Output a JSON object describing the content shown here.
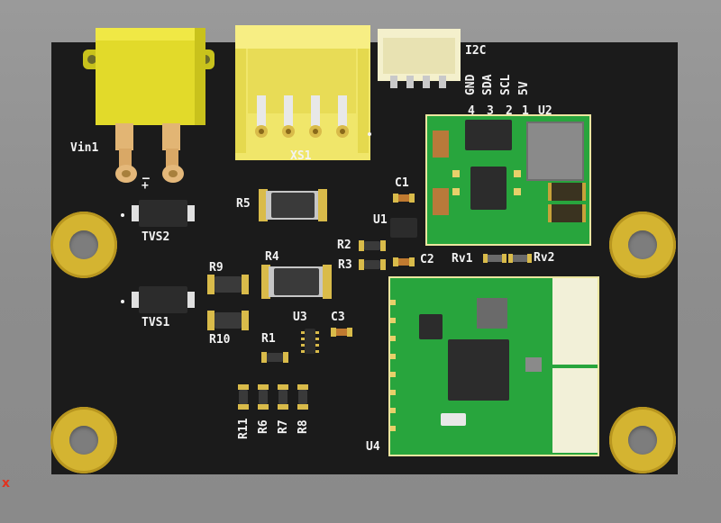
{
  "viewer": {
    "origin_marker": "x",
    "background_color": "#8f8f8f",
    "board_color": "#1b1b1b",
    "silkscreen_color": "#f2f2f2",
    "copper_color": "#d4b431",
    "module_color": "#28a53d"
  },
  "designators": {
    "vin1": "Vin1",
    "xs1": "XS1",
    "i2c": "I2C",
    "gnd": "GND",
    "sda": "SDA",
    "scl": "SCL",
    "v5": "5V",
    "pin4": "4",
    "pin3": "3",
    "pin2": "2",
    "pin1": "1",
    "u2": "U2",
    "c1": "C1",
    "u1": "U1",
    "r5": "R5",
    "r2": "R2",
    "r3": "R3",
    "c2": "C2",
    "rv1": "Rv1",
    "rv2": "Rv2",
    "r9": "R9",
    "r4": "R4",
    "tvs2": "TVS2",
    "tvs1": "TVS1",
    "r10": "R10",
    "u3": "U3",
    "c3": "C3",
    "r1": "R1",
    "r11": "R11",
    "r6": "R6",
    "r7": "R7",
    "r8": "R8",
    "u4": "U4",
    "minus": "–",
    "plus": "+"
  }
}
